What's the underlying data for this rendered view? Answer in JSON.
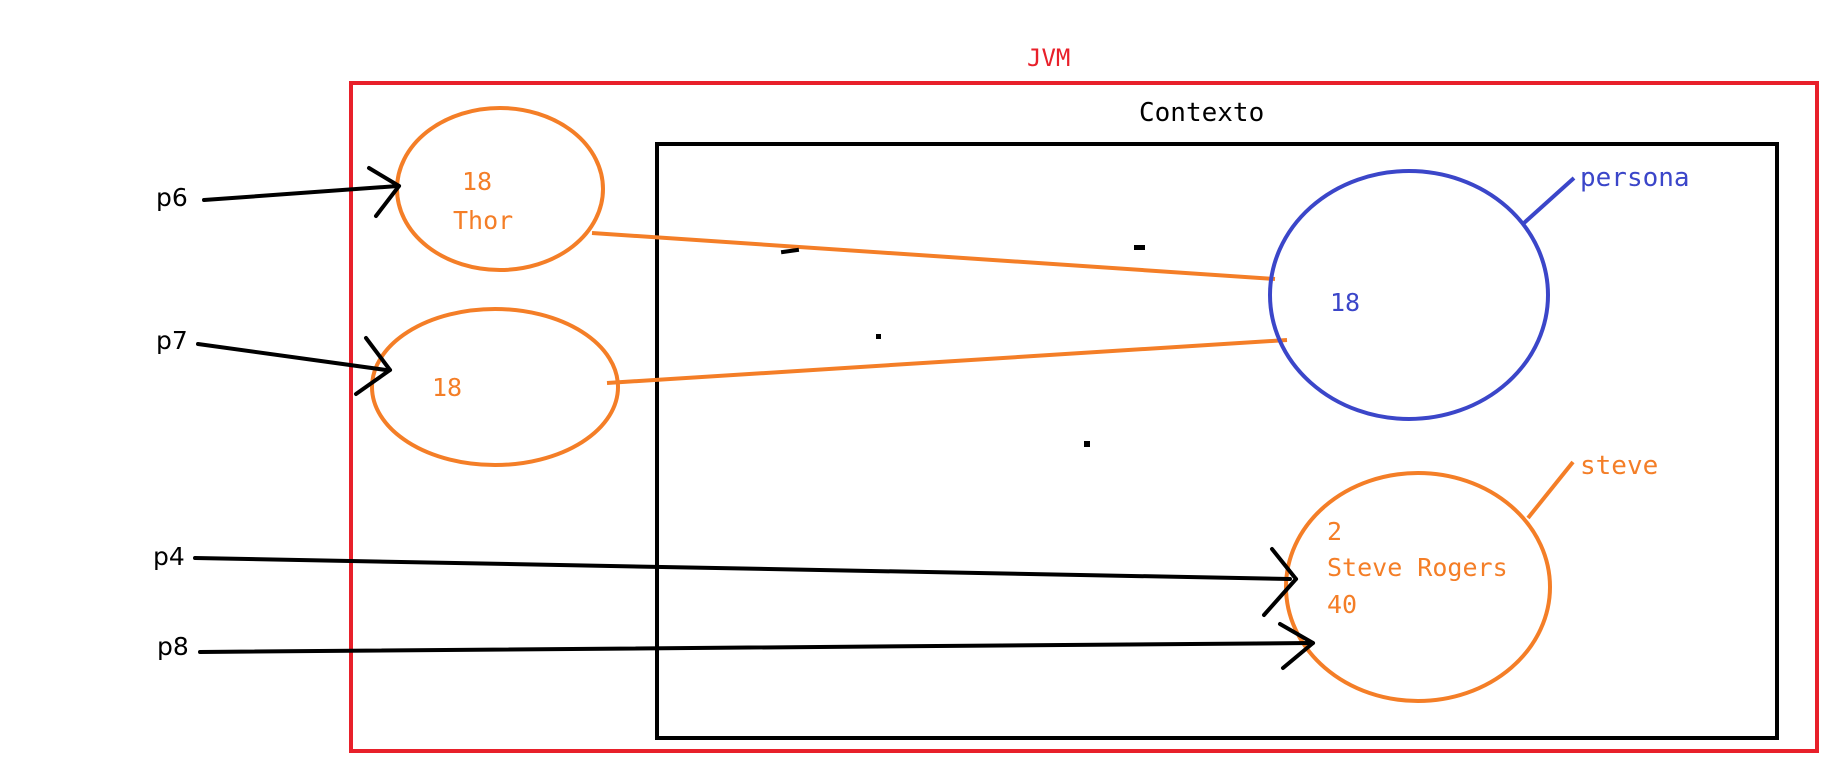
{
  "colors": {
    "jvm": "#e8202a",
    "context": "#000000",
    "orange": "#f47e27",
    "blue": "#3b46c9",
    "arrow": "#000000"
  },
  "jvm_box": {
    "label": "JVM"
  },
  "context_box": {
    "label": "Contexto"
  },
  "references": {
    "p6": "p6",
    "p7": "p7",
    "p4": "p4",
    "p8": "p8"
  },
  "objects": {
    "thor": {
      "line1": "18",
      "line2": "Thor"
    },
    "detached": {
      "line1": "18"
    },
    "persona": {
      "label": "persona",
      "line1": "18"
    },
    "steve": {
      "label": "steve",
      "line1": "2",
      "line2": "Steve Rogers",
      "line3": "40"
    }
  }
}
